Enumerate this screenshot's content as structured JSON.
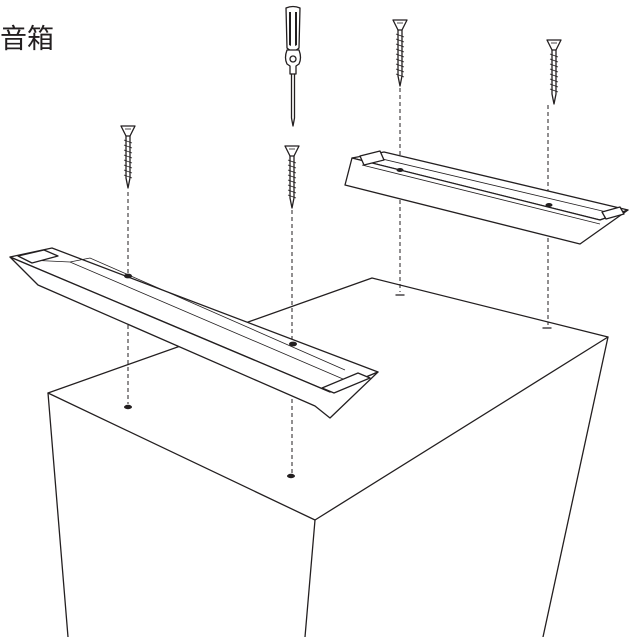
{
  "caption": "音箱",
  "colors": {
    "line": "#231f20",
    "background": "#ffffff"
  },
  "parts": {
    "tool": "screwdriver",
    "screws": 4,
    "brackets": 2,
    "enclosure": "speaker-cabinet"
  }
}
